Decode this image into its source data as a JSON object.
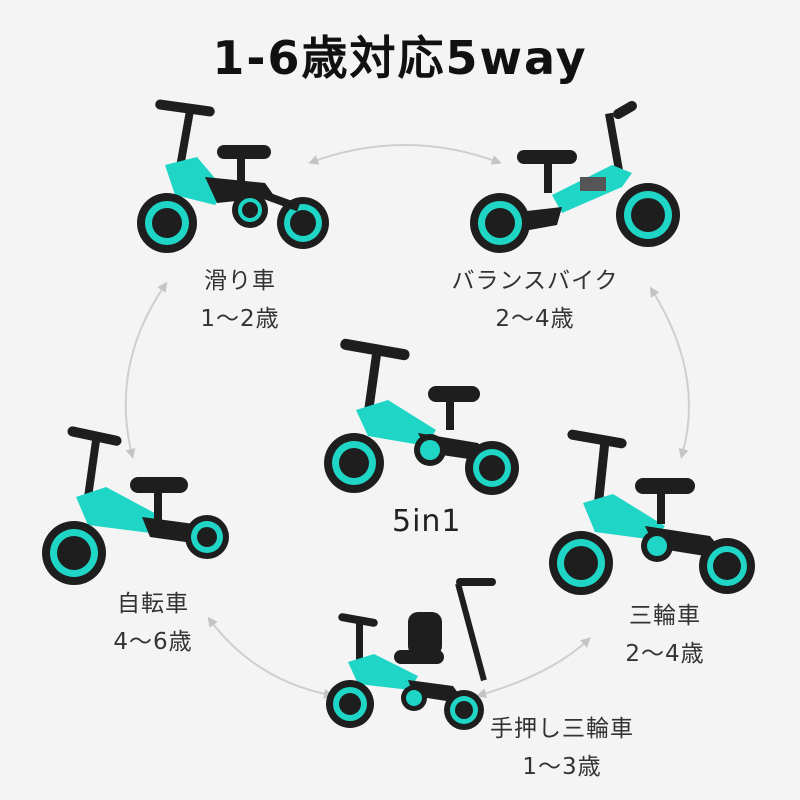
{
  "title": "1-6歳対応5way",
  "center_label": "5in1",
  "colors": {
    "accent": "#1fd6c6",
    "frame_dark": "#1e1e1e",
    "arrow": "#c9c9c9",
    "background": "#f4f4f4"
  },
  "modes": [
    {
      "name": "滑り車",
      "age": "1～2歳"
    },
    {
      "name": "バランスバイク",
      "age": "2～4歳"
    },
    {
      "name": "三輪車",
      "age": "2～4歳"
    },
    {
      "name": "手押し三輪車",
      "age": "1～3歳"
    },
    {
      "name": "自転車",
      "age": "4～6歳"
    }
  ]
}
